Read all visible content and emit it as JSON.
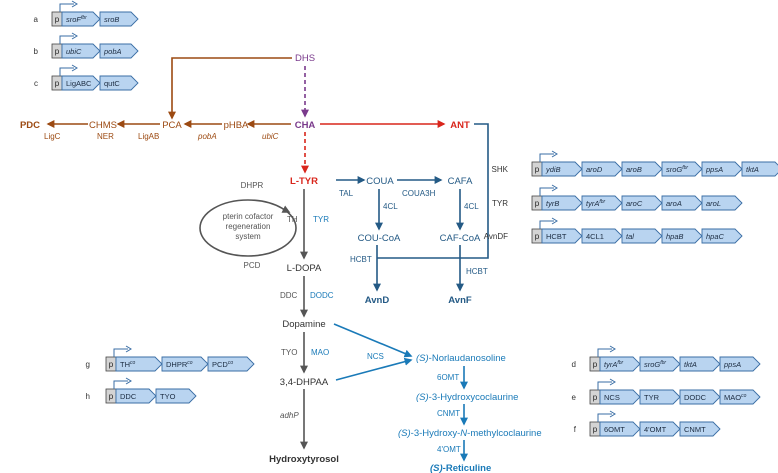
{
  "colors": {
    "brown": "#9c4a12",
    "purple": "#7a3a8c",
    "red": "#d9261c",
    "blue_dark": "#245a85",
    "blue": "#1a7ab8",
    "gray": "#555555",
    "gray_dark": "#333333",
    "gene_fill": "#b9d4f0",
    "gene_stroke": "#3a6ea5",
    "promoter_fill": "#d4d4d4"
  },
  "operons": {
    "a": {
      "label": "a",
      "p": "p",
      "genes": [
        "sroF",
        "sroB"
      ],
      "sup": [
        "fbr",
        ""
      ]
    },
    "b": {
      "label": "b",
      "p": "p",
      "genes": [
        "ubiC",
        "pobA"
      ],
      "sup": [
        "",
        ""
      ]
    },
    "c": {
      "label": "c",
      "p": "p",
      "genes": [
        "LigABC",
        "qutC"
      ],
      "sup": [
        "",
        ""
      ]
    },
    "shk": {
      "label": "SHK",
      "p": "p",
      "genes": [
        "ydiB",
        "aroD",
        "aroB",
        "sroG",
        "ppsA",
        "tktA"
      ],
      "sup": [
        "",
        "",
        "",
        "fbr",
        "",
        ""
      ]
    },
    "tyr": {
      "label": "TYR",
      "p": "p",
      "genes": [
        "tyrB",
        "tyrA",
        "aroC",
        "aroA",
        "aroL"
      ],
      "sup": [
        "",
        "fbr",
        "",
        "",
        ""
      ]
    },
    "avndf": {
      "label": "AvnDF",
      "p": "p",
      "genes": [
        "HCBT",
        "4CL1",
        "tal",
        "hpaB",
        "hpaC"
      ],
      "sup": [
        "",
        "",
        "",
        "",
        ""
      ]
    },
    "d": {
      "label": "d",
      "p": "p",
      "genes": [
        "tyrA",
        "sroG",
        "tktA",
        "ppsA"
      ],
      "sup": [
        "fbr",
        "fbr",
        "",
        ""
      ]
    },
    "e": {
      "label": "e",
      "p": "p",
      "genes": [
        "NCS",
        "TYR",
        "DODC",
        "MAO"
      ],
      "sup": [
        "",
        "",
        "",
        "co"
      ]
    },
    "f": {
      "label": "f",
      "p": "p",
      "genes": [
        "6OMT",
        "4'OMT",
        "CNMT"
      ],
      "sup": [
        "",
        "",
        ""
      ]
    },
    "g": {
      "label": "g",
      "p": "p",
      "genes": [
        "TH",
        "DHPR",
        "PCD"
      ],
      "sup": [
        "co",
        "co",
        "co"
      ]
    },
    "h": {
      "label": "h",
      "p": "p",
      "genes": [
        "DDC",
        "TYO"
      ],
      "sup": [
        "",
        ""
      ]
    }
  },
  "pathway": {
    "dhs": "DHS",
    "cha": "CHA",
    "pca": "PCA",
    "phba": "pHBA",
    "chms": "CHMS",
    "pdc": "PDC",
    "ant": "ANT",
    "ltyr": "L-TYR",
    "coua": "COUA",
    "cafa": "CAFA",
    "coucoa": "COU-CoA",
    "cafcoa": "CAF-CoA",
    "avnd": "AvnD",
    "avnf": "AvnF",
    "ldopa": "L-DOPA",
    "dopamine": "Dopamine",
    "dhpaa": "3,4-DHPAA",
    "hydroxytyrosol": "Hydroxytyrosol",
    "norlaud_s": "(S)",
    "norlaud": "-Norlaudanosoline",
    "hydroxycoc_s": "(S)",
    "hydroxycoc": "-3-Hydroxycoclaurine",
    "methyl_s": "(S)",
    "methyl_a": "-3-Hydroxy-",
    "methyl_n": "N",
    "methyl_b": "-methylcoclaurine",
    "reticuline_s": "(S)",
    "reticuline": "-Reticuline",
    "dhpr": "DHPR",
    "pcd": "PCD",
    "cycle_1": "pterin cofactor",
    "cycle_2": "regeneration",
    "cycle_3": "system"
  },
  "enzymes": {
    "ligc": "LigC",
    "ner": "NER",
    "ligab": "LigAB",
    "poba": "pobA",
    "ubic": "ubiC",
    "tal": "TAL",
    "coua3h": "COUA3H",
    "cl_left": "4CL",
    "cl_right": "4CL",
    "hcbt_left": "HCBT",
    "hcbt_right": "HCBT",
    "th": "TH",
    "tyr": "TYR",
    "ddc": "DDC",
    "dodc": "DODC",
    "tyo": "TYO",
    "mao": "MAO",
    "ncs": "NCS",
    "adhp": "adhP",
    "omt6": "6OMT",
    "cnmt": "CNMT",
    "omt4": "4'OMT"
  }
}
